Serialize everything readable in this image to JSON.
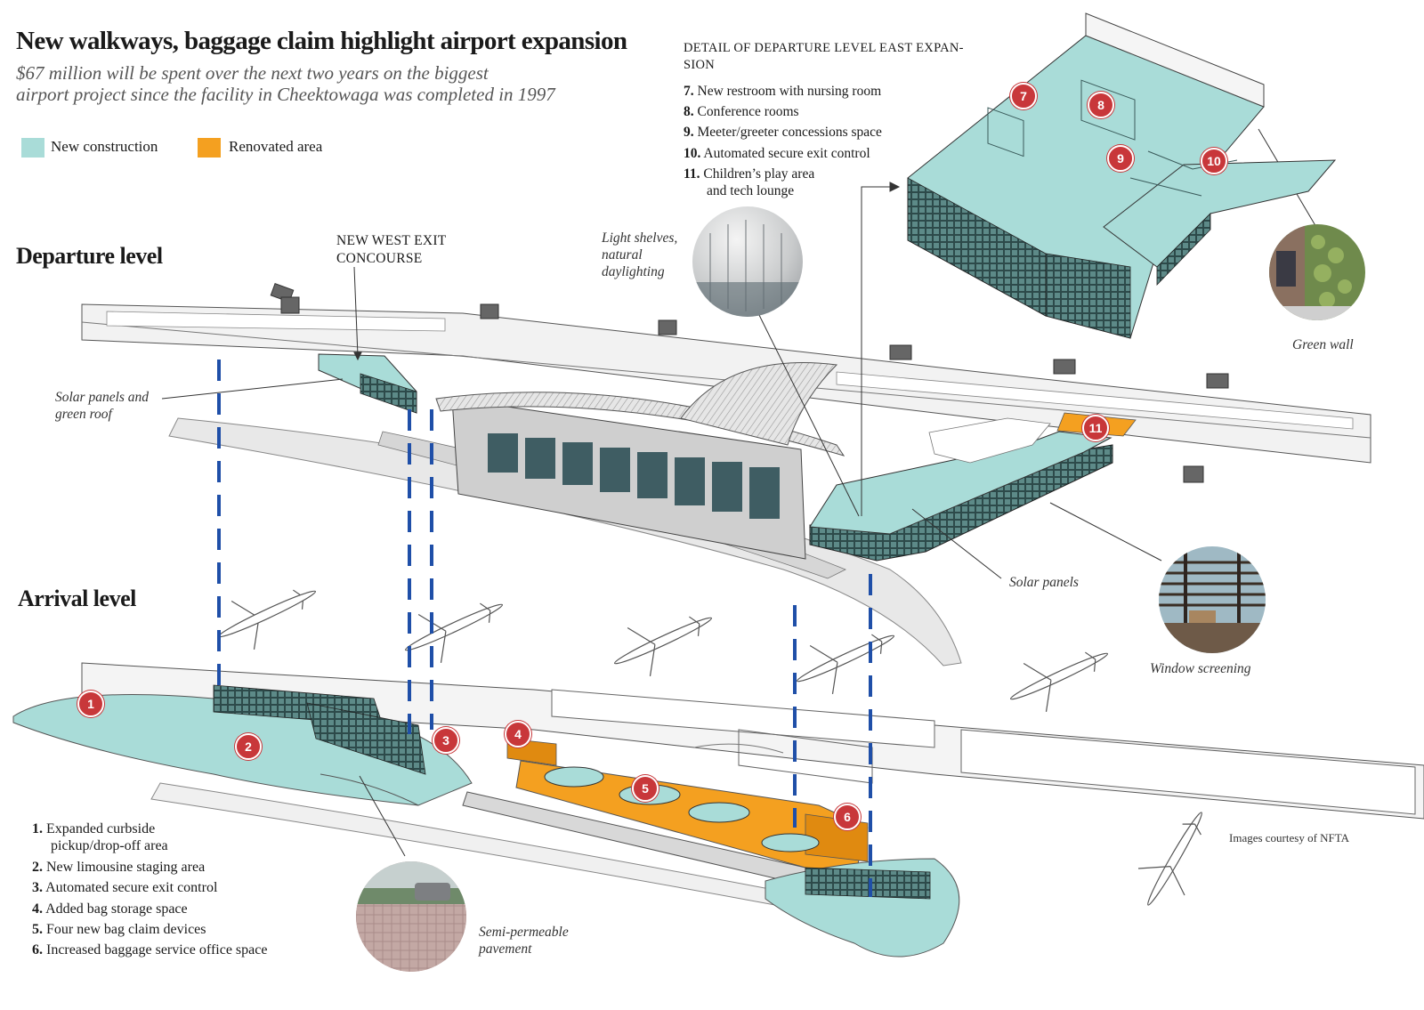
{
  "header": {
    "title": "New walkways, baggage claim highlight airport expansion",
    "subtitle_line1": "$67 million will be spent over the next two years on the biggest",
    "subtitle_line2": "airport project since the facility in Cheektowaga was completed in 1997"
  },
  "legend": {
    "new_construction": {
      "label": "New construction",
      "color": "#a9dcd8"
    },
    "renovated": {
      "label": "Renovated area",
      "color": "#f4a020"
    }
  },
  "levels": {
    "departure": "Departure level",
    "arrival": "Arrival level"
  },
  "callouts": {
    "west_exit_line1": "NEW WEST EXIT",
    "west_exit_line2": "CONCOURSE",
    "solar_green_line1": "Solar panels and",
    "solar_green_line2": "green roof",
    "light_shelves_line1": "Light shelves,",
    "light_shelves_line2": "natural",
    "light_shelves_line3": "daylighting",
    "solar_panels": "Solar panels",
    "window_screening": "Window screening",
    "green_wall": "Green wall",
    "semi_permeable_line1": "Semi-permeable",
    "semi_permeable_line2": "pavement",
    "credit": "Images courtesy of NFTA"
  },
  "detail": {
    "heading_line1": "DETAIL OF DEPARTURE LEVEL EAST EXPAN-",
    "heading_line2": "SION",
    "items": [
      {
        "num": "7.",
        "text": "New restroom with nursing room"
      },
      {
        "num": "8.",
        "text": "Conference rooms"
      },
      {
        "num": "9.",
        "text": "Meeter/greeter concessions space"
      },
      {
        "num": "10.",
        "text": "Automated secure exit control"
      },
      {
        "num": "11.",
        "text": "Children’s play area"
      }
    ],
    "item11_line2": "and tech lounge"
  },
  "arrival_list": {
    "items": [
      {
        "num": "1.",
        "text": "Expanded curbside"
      },
      {
        "num": "2.",
        "text": "New limousine staging area"
      },
      {
        "num": "3.",
        "text": "Automated secure exit control"
      },
      {
        "num": "4.",
        "text": "Added bag storage space"
      },
      {
        "num": "5.",
        "text": "Four new bag claim devices"
      },
      {
        "num": "6.",
        "text": "Increased baggage service office space"
      }
    ],
    "item1_line2": "pickup/drop-off area"
  },
  "markers": [
    "1",
    "2",
    "3",
    "4",
    "5",
    "6",
    "7",
    "8",
    "9",
    "10",
    "11"
  ]
}
